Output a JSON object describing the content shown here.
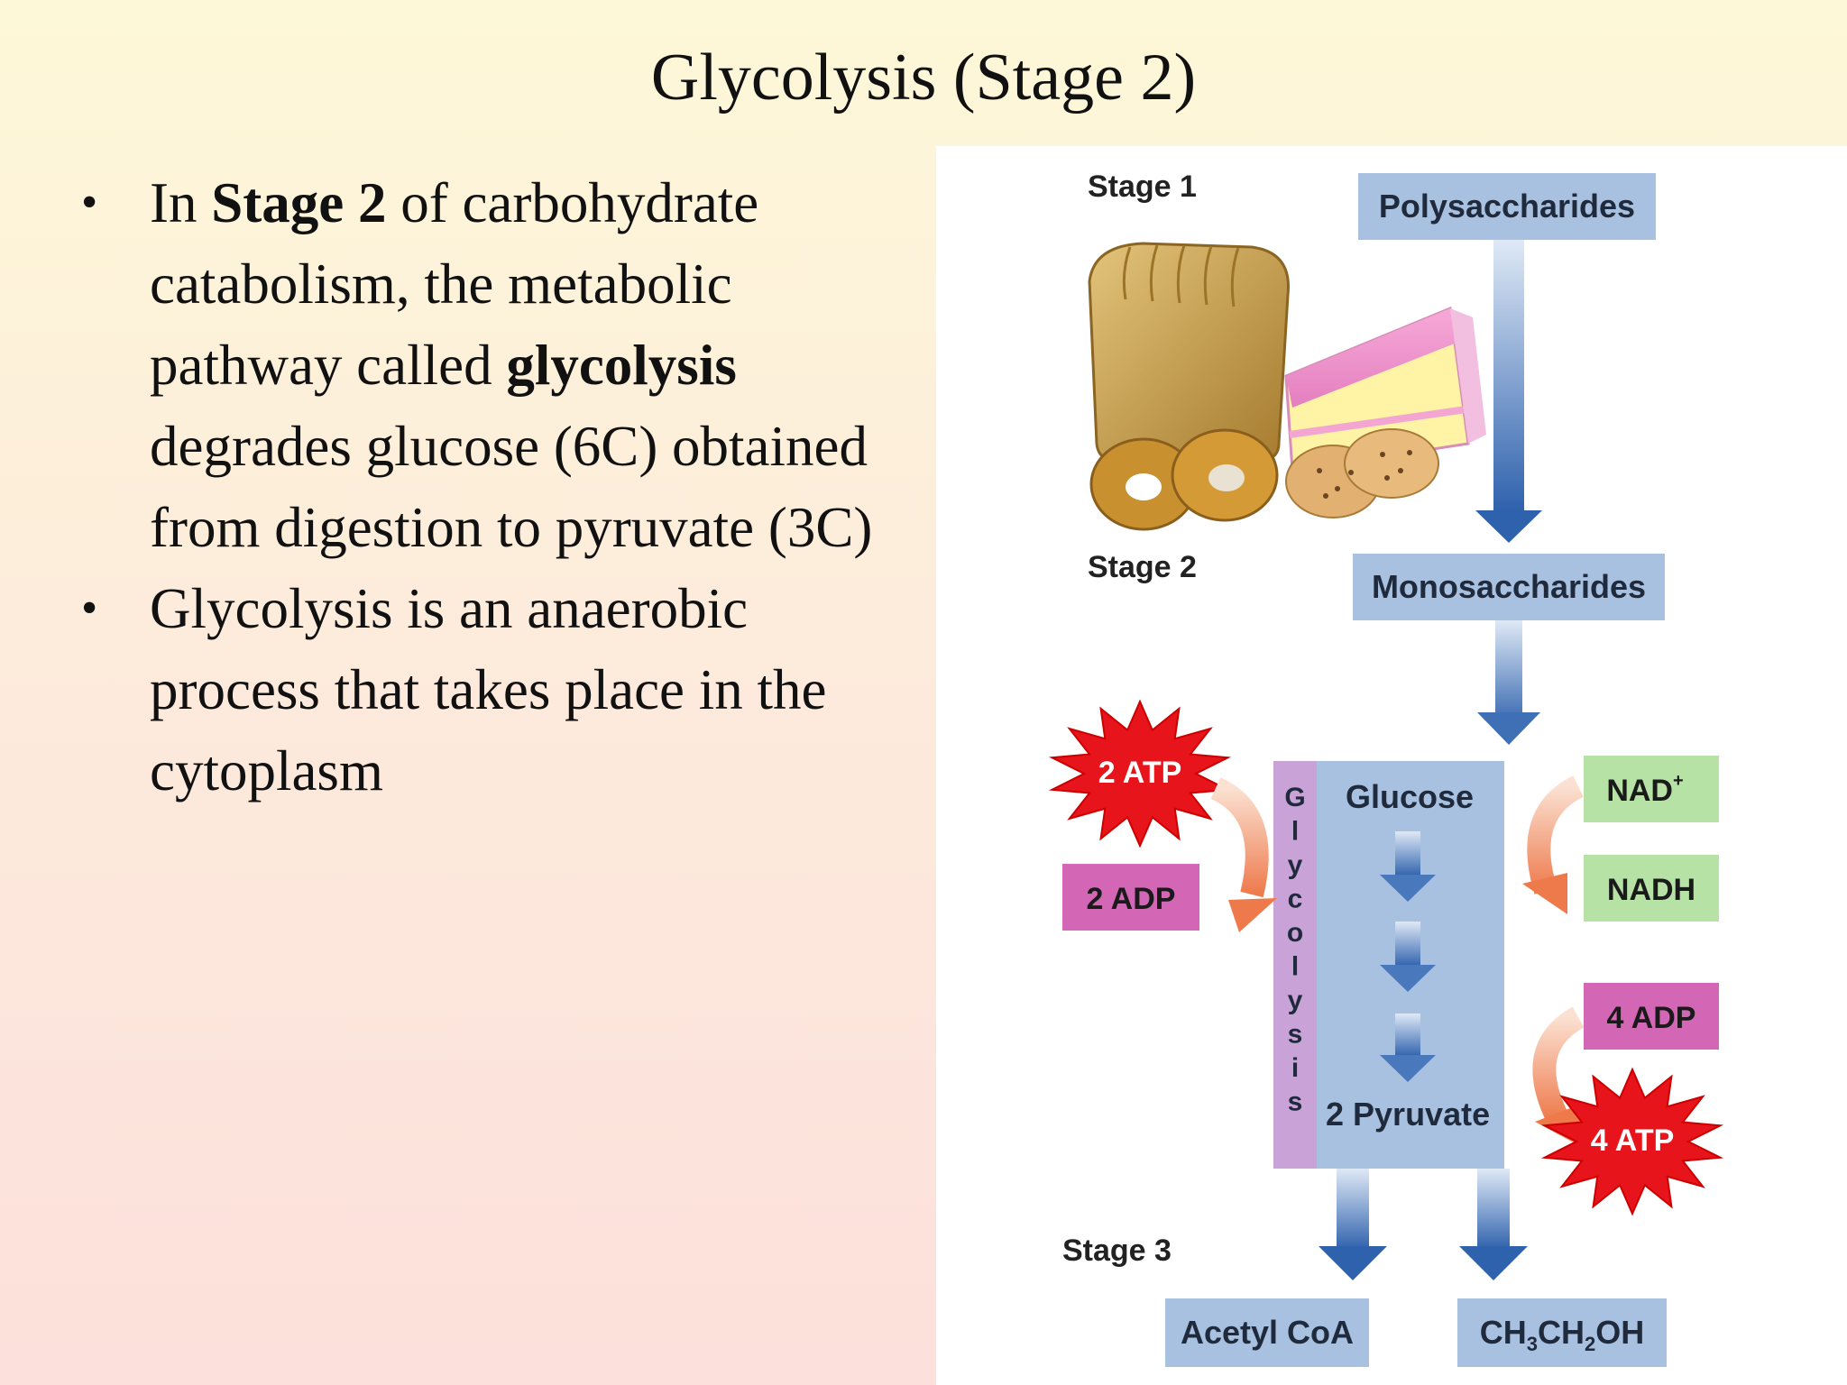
{
  "slide": {
    "title": "Glycolysis (Stage 2)",
    "bullets": [
      {
        "segments": [
          {
            "text": "In ",
            "bold": false
          },
          {
            "text": "Stage 2",
            "bold": true
          },
          {
            "text": " of carbohydrate catabolism, the metabolic pathway called ",
            "bold": false
          },
          {
            "text": "glycolysis",
            "bold": true
          },
          {
            "text": " degrades glucose (6C) obtained from digestion to pyruvate (3C)",
            "bold": false
          }
        ]
      },
      {
        "segments": [
          {
            "text": "Glycolysis is an anaerobic process that takes place in the cytoplasm",
            "bold": false
          }
        ]
      }
    ]
  },
  "diagram": {
    "stage1_label": "Stage 1",
    "stage2_label": "Stage 2",
    "stage3_label": "Stage 3",
    "polysaccharides": "Polysaccharides",
    "monosaccharides": "Monosaccharides",
    "glycolysis_letters": [
      "G",
      "l",
      "y",
      "c",
      "o",
      "l",
      "y",
      "s",
      "i",
      "s"
    ],
    "glucose": "Glucose",
    "pyruvate": "2 Pyruvate",
    "atp_in": "2 ATP",
    "adp_out": "2 ADP",
    "nad_plus": "NAD",
    "nad_plus_sup": "+",
    "nadh": "NADH",
    "adp_in": "4 ADP",
    "atp_out": "4 ATP",
    "acetyl_coa": "Acetyl CoA",
    "ethanol_parts": [
      "CH",
      "3",
      "CH",
      "2",
      "OH"
    ],
    "colors": {
      "blue_box": "#a9c1e0",
      "blue_arrow": "#3f6fb5",
      "green_box": "#b6e2a6",
      "pink_box": "#d467b5",
      "starburst": "#e8141c",
      "glycolysis_bar": "#c9a2d8",
      "curve_arrow": "#f08a5f"
    }
  }
}
